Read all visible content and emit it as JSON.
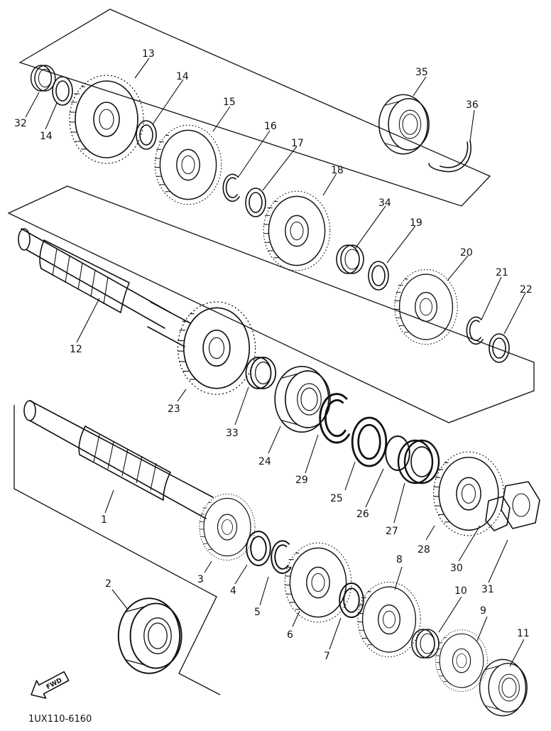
{
  "diagram": {
    "part_numbers": [
      "1",
      "2",
      "3",
      "4",
      "5",
      "6",
      "7",
      "8",
      "9",
      "10",
      "11",
      "12",
      "13",
      "14",
      "15",
      "16",
      "17",
      "18",
      "19",
      "20",
      "21",
      "22",
      "23",
      "24",
      "25",
      "26",
      "27",
      "28",
      "29",
      "30",
      "31",
      "32",
      "33",
      "34",
      "35",
      "36"
    ],
    "fwd_arrow_label": "FWD",
    "drawing_code": "1UX110-6160"
  }
}
